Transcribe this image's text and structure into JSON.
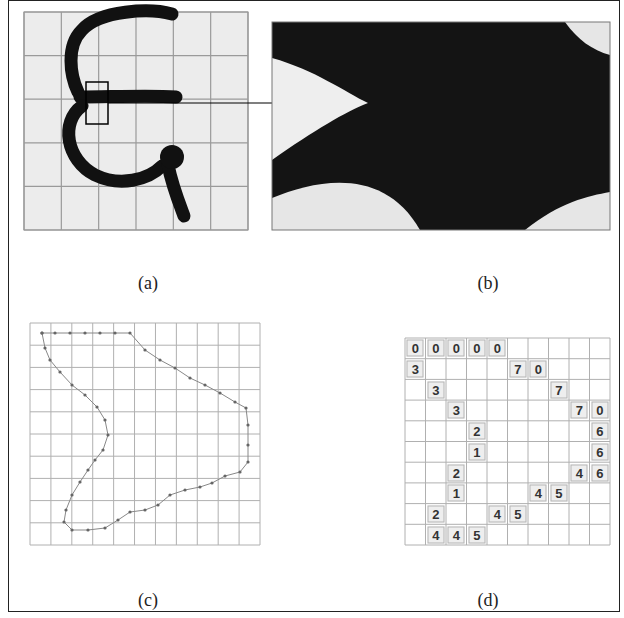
{
  "diagram": {
    "labels": [
      "(a)",
      "(b)",
      "(c)",
      "(d)",
      "0",
      "0",
      "0",
      "0",
      "0",
      "3",
      "7",
      "0",
      "3",
      "7",
      "3",
      "7",
      "0",
      "2",
      "6",
      "1",
      "6",
      "2",
      "4",
      "6",
      "1",
      "4",
      "5",
      "2",
      "4",
      "5",
      "4",
      "4",
      "5"
    ]
  }
}
